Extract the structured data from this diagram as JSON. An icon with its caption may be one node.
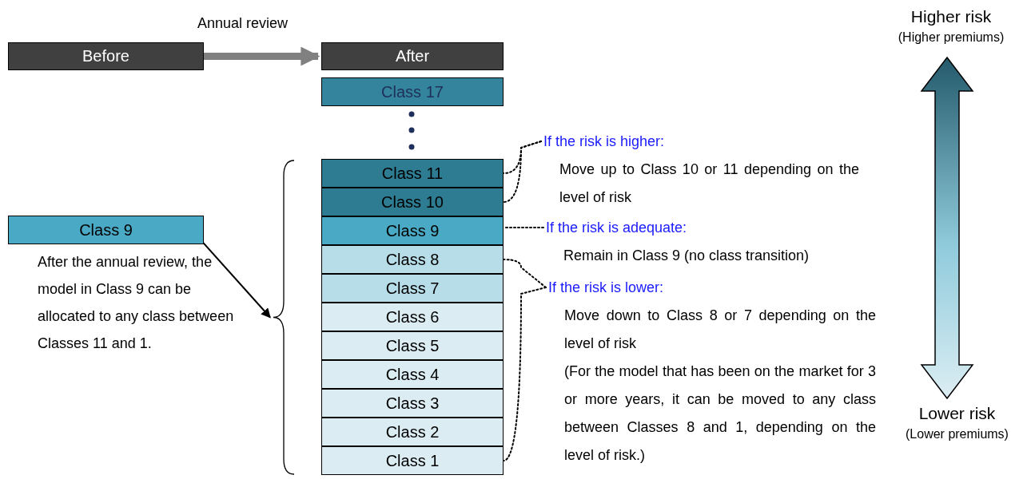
{
  "diagram": {
    "nodes": [
      {
        "text": [
          "Before"
        ]
      },
      {
        "text": [
          "After"
        ]
      },
      {
        "text": [
          "Higher risk",
          "(Higher premiums)"
        ]
      },
      {
        "text": [
          "Class 17"
        ]
      },
      {
        "text": [
          "Class 11"
        ]
      },
      {
        "text": [
          "Class 10"
        ]
      },
      {
        "text": [
          "Class 9"
        ]
      },
      {
        "text": [
          "Class 8"
        ]
      },
      {
        "text": [
          "Class 7"
        ]
      },
      {
        "text": [
          "Class 6"
        ]
      },
      {
        "text": [
          "Class 5"
        ]
      },
      {
        "text": [
          "Class 4"
        ]
      },
      {
        "text": [
          "Class 3"
        ]
      },
      {
        "text": [
          "Class 2"
        ]
      },
      {
        "text": [
          "Class 1"
        ]
      },
      {
        "text": [
          "Class 9"
        ],
        "beside": [
          "After the annual review, the model in Class 9 can be allocated to any class between Classes 11 and 1."
        ]
      },
      {
        "text": [],
        "shape": "bracket"
      },
      {
        "text": [
          "If the risk is higher:",
          "Move up to Class 10 or 11 depending on the level of risk"
        ]
      },
      {
        "text": [
          "If the risk is adequate:",
          "Remain in Class 9 (no class transition)"
        ]
      },
      {
        "text": [
          "If the risk is lower:",
          "Move down to Class 8 or 7 depending on the level of risk",
          "(For the model that has been on the market for 3 or more years, it can be moved to any class between Classes 8 and 1, depending on the level of risk.)"
        ]
      },
      {
        "text": [
          "Lower risk",
          "(Lower premiums)"
        ]
      }
    ],
    "edges": [
      {
        "from": 0,
        "to": 1,
        "arrow": "to",
        "label": "Annual review",
        "style": "thick",
        "color": "#808080"
      },
      {
        "from": 15,
        "to": 16,
        "arrow": "to"
      },
      {
        "from": 17,
        "to": 4,
        "arrow": "none",
        "style": "dashed"
      },
      {
        "from": 17,
        "to": 5,
        "arrow": "none",
        "style": "dashed"
      },
      {
        "from": 18,
        "to": 6,
        "arrow": "none",
        "style": "dashed"
      },
      {
        "from": 19,
        "to": 7,
        "arrow": "none",
        "style": "dashed"
      },
      {
        "from": 19,
        "to": 14,
        "arrow": "none",
        "style": "dashed"
      },
      {
        "from": 2,
        "to": 20,
        "arrow": "both",
        "style": "thick"
      }
    ]
  }
}
